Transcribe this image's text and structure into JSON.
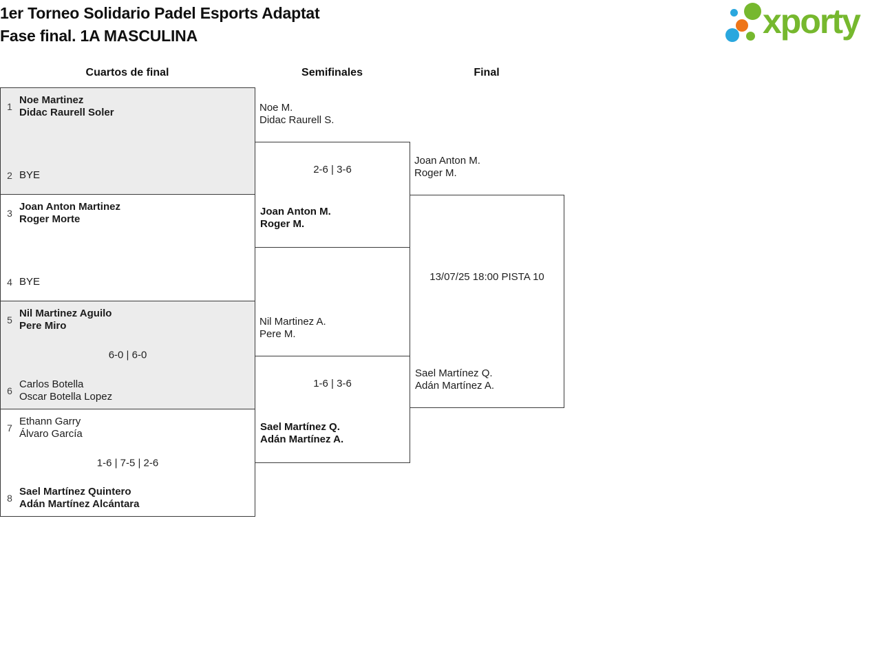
{
  "title": {
    "line1": "1er Torneo Solidario Padel Esports Adaptat",
    "line2": "Fase final. 1A MASCULINA"
  },
  "logo": {
    "wordmark": "xporty"
  },
  "brand_colors": {
    "green": "#76b82e",
    "blue": "#2aa7de",
    "orange": "#ee7519",
    "box_gray": "#ececec",
    "border": "#3a3a3a"
  },
  "round_headers": {
    "quarterfinals": "Cuartos de final",
    "semifinals": "Semifinales",
    "final": "Final"
  },
  "quarterfinals": [
    {
      "seed_top": "1",
      "top": {
        "line1": "Noe Martinez",
        "line2": "Didac Raurell Soler"
      },
      "score": "",
      "seed_bottom": "2",
      "bottom": {
        "line1": "BYE",
        "line2": ""
      }
    },
    {
      "seed_top": "3",
      "top": {
        "line1": "Joan Anton Martinez",
        "line2": "Roger Morte"
      },
      "score": "",
      "seed_bottom": "4",
      "bottom": {
        "line1": "BYE",
        "line2": ""
      }
    },
    {
      "seed_top": "5",
      "top": {
        "line1": "Nil Martinez Aguilo",
        "line2": "Pere Miro"
      },
      "score": "6-0 | 6-0",
      "seed_bottom": "6",
      "bottom": {
        "line1": "Carlos Botella",
        "line2": "Oscar Botella Lopez"
      }
    },
    {
      "seed_top": "7",
      "top": {
        "line1": "Ethann Garry",
        "line2": "Álvaro García"
      },
      "score": "1-6 | 7-5 | 2-6",
      "seed_bottom": "8",
      "bottom": {
        "line1": "Sael Martínez Quintero",
        "line2": "Adán Martínez Alcántara"
      }
    }
  ],
  "semifinals": [
    {
      "top": {
        "line1": "Noe M.",
        "line2": "Didac Raurell S."
      },
      "score": "2-6 | 3-6",
      "winner": {
        "line1": "Joan Anton M.",
        "line2": "Roger M."
      }
    },
    {
      "top": {
        "line1": "Nil Martinez A.",
        "line2": "Pere M."
      },
      "score": "1-6 | 3-6",
      "winner": {
        "line1": "Sael Martínez Q.",
        "line2": "Adán Martínez A."
      }
    }
  ],
  "final": {
    "top": {
      "line1": "Joan Anton M.",
      "line2": "Roger M."
    },
    "bottom": {
      "line1": "Sael Martínez Q.",
      "line2": "Adán Martínez A."
    },
    "schedule": "13/07/25 18:00 PISTA 10"
  }
}
